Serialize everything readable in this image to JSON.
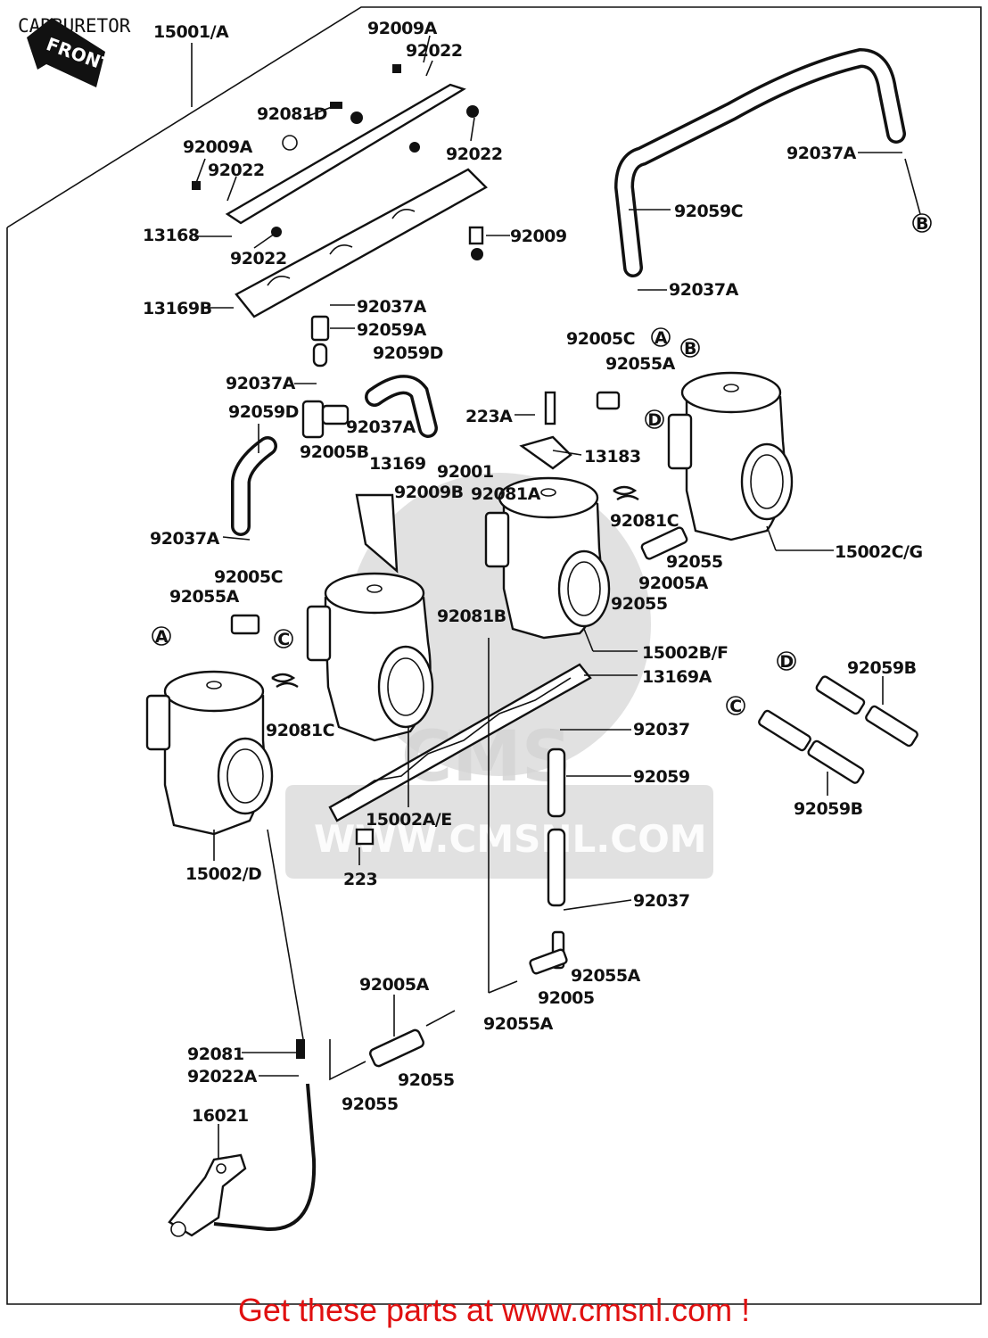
{
  "title": "CARBURETOR",
  "front_badge": "FRONT",
  "watermark": {
    "logo": "CMS",
    "url": "WWW.CMSNL.COM"
  },
  "promo": "Get these parts at www.cmsnl.com !",
  "ref_markers": [
    "A",
    "B",
    "C",
    "D"
  ],
  "labels": {
    "l15001A": "15001/A",
    "l92009A_1": "92009A",
    "l92022_1": "92022",
    "l92081D": "92081D",
    "l92009A_2": "92009A",
    "l92022_2": "92022",
    "l92022_3": "92022",
    "l13168": "13168",
    "l92022_4": "92022",
    "l92009": "92009",
    "l13169B": "13169B",
    "l92037A_1": "92037A",
    "l92059A": "92059A",
    "l92059D_1": "92059D",
    "l92037A_2": "92037A",
    "l92059D_2": "92059D",
    "l92037A_3": "92037A",
    "l92005B": "92005B",
    "l13169": "13169",
    "l92001": "92001",
    "l92009B": "92009B",
    "l92081A": "92081A",
    "l92037A_4": "92037A",
    "l92005C_1": "92005C",
    "l92055A_1": "92055A",
    "l92037A_5": "92037A",
    "l92059C": "92059C",
    "l92037A_6": "92037A",
    "l92005C_2": "92005C",
    "l92055A_2": "92055A",
    "l223A": "223A",
    "l13183": "13183",
    "l92081C_1": "92081C",
    "l92055_1": "92055",
    "l92005A_1": "92005A",
    "l92055_2": "92055",
    "l15002CG": "15002C/G",
    "l92081B": "92081B",
    "l15002BF": "15002B/F",
    "l13169A": "13169A",
    "l92059B_1": "92059B",
    "l92081C_2": "92081C",
    "l92037_1": "92037",
    "l92059": "92059",
    "l92059B_2": "92059B",
    "l15002AE": "15002A/E",
    "l15002D": "15002/D",
    "l223": "223",
    "l92037_2": "92037",
    "l92055A_3": "92055A",
    "l92005": "92005",
    "l92055A_4": "92055A",
    "l92005A_2": "92005A",
    "l92081": "92081",
    "l92022A": "92022A",
    "l92055_3": "92055",
    "l92055_4": "92055",
    "l16021": "16021"
  }
}
